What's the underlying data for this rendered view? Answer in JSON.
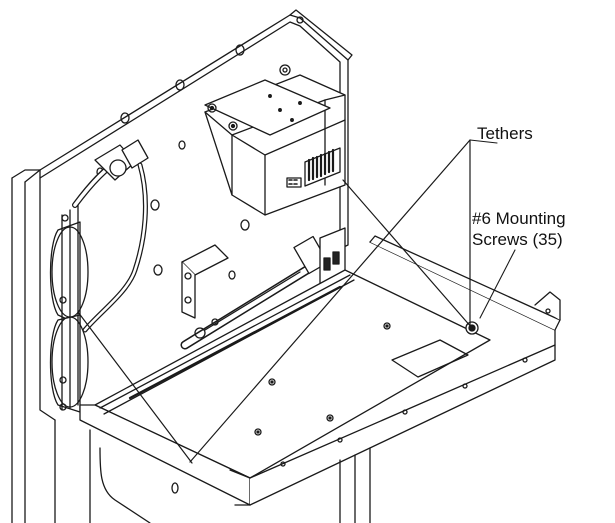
{
  "callouts": {
    "tethers": "Tethers",
    "screws_line1": "#6 Mounting",
    "screws_line2": "Screws (35)"
  },
  "colors": {
    "line": "#1a1a1a",
    "background": "#ffffff",
    "fill_light": "#f4f4f4",
    "fill_dark": "#222222"
  }
}
